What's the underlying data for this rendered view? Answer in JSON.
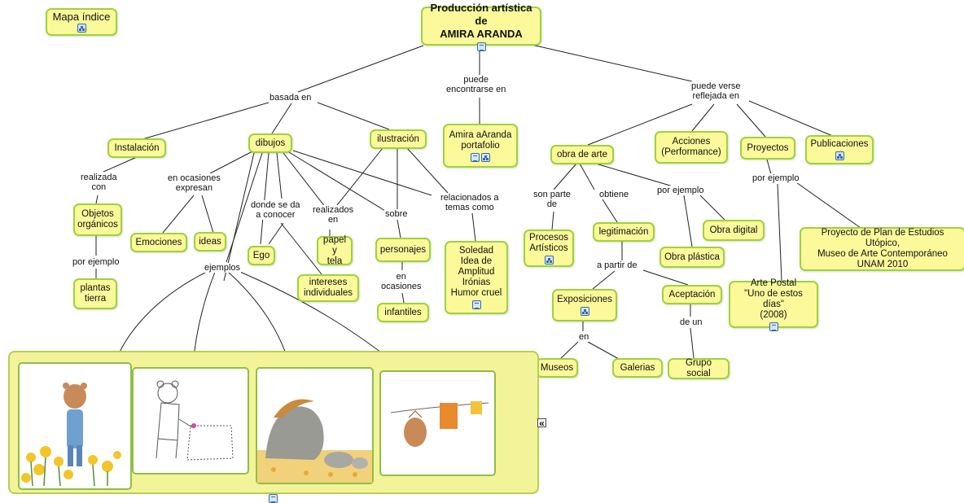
{
  "nodes": {
    "mapa": {
      "text": "Mapa índice"
    },
    "root": {
      "text": "Producción artística de\nAMIRA ARANDA"
    },
    "instalacion": {
      "text": "Instalación"
    },
    "dibujos": {
      "text": "dibujos"
    },
    "ilustracion": {
      "text": "ilustración"
    },
    "portafolio": {
      "text": "Amira aAranda\nportafolio"
    },
    "obra": {
      "text": "obra de arte"
    },
    "acciones": {
      "text": "Acciones\n(Performance)"
    },
    "proyectos": {
      "text": "Proyectos"
    },
    "publicaciones": {
      "text": "Publicaciones"
    },
    "objetos": {
      "text": "Objetos\norgánicos"
    },
    "emociones": {
      "text": "Emociones"
    },
    "ideas": {
      "text": "ideas"
    },
    "ego": {
      "text": "Ego"
    },
    "papel": {
      "text": "papel y\ntela"
    },
    "personajes": {
      "text": "personajes"
    },
    "soledad": {
      "text": "Soledad\nIdea de\nAmplitud\nIrónias\nHumor cruel"
    },
    "procesos": {
      "text": "Procesos\nArtísticos"
    },
    "legitimacion": {
      "text": "legitimación"
    },
    "digital": {
      "text": "Obra digital"
    },
    "plastica": {
      "text": "Obra plástica"
    },
    "proyecto_plan": {
      "text": "Proyecto de Plan de Estudios Utópico,\nMuseo de Arte Contemporáneo\nUNAM 2010"
    },
    "plantas": {
      "text": "plantas\ntierra"
    },
    "intereses": {
      "text": "intereses\nindividuales"
    },
    "infantiles": {
      "text": "infantiles"
    },
    "exposiciones": {
      "text": "Exposiciones"
    },
    "aceptacion": {
      "text": "Aceptación"
    },
    "arte_postal": {
      "text": "Arte Postal\n\"Uno de estos días\"\n(2008)"
    },
    "museos": {
      "text": "Museos"
    },
    "galerias": {
      "text": "Galerias"
    },
    "grupo": {
      "text": "Grupo social"
    }
  },
  "links": {
    "basada": "basada en",
    "encontrarse": "puede\nencontrarse en",
    "reflejada": "puede verse\nreflejada en",
    "realizada": "realizada\ncon",
    "ocasiones": "en ocasiones\nexpresan",
    "donde": "donde se da\na conocer",
    "realizados": "realizados\nen",
    "sobre": "sobre",
    "relacionados": "relacionados a\ntemas como",
    "son_parte": "son parte\nde",
    "obtiene": "obtiene",
    "por_ejemplo_obra": "por ejemplo",
    "por_ejemplo_proy": "por ejemplo",
    "por_ejemplo_obj": "por ejemplo",
    "ejemplos": "ejemplos",
    "en_ocasiones": "en\nocasiones",
    "a_partir": "a partir de",
    "en": "en",
    "de_un": "de un"
  },
  "icons": {
    "doc": "document-icon",
    "map": "concept-map-icon"
  },
  "colors": {
    "node_fill": "#fbf99a",
    "node_border": "#9ed33a",
    "edge": "#222222"
  }
}
